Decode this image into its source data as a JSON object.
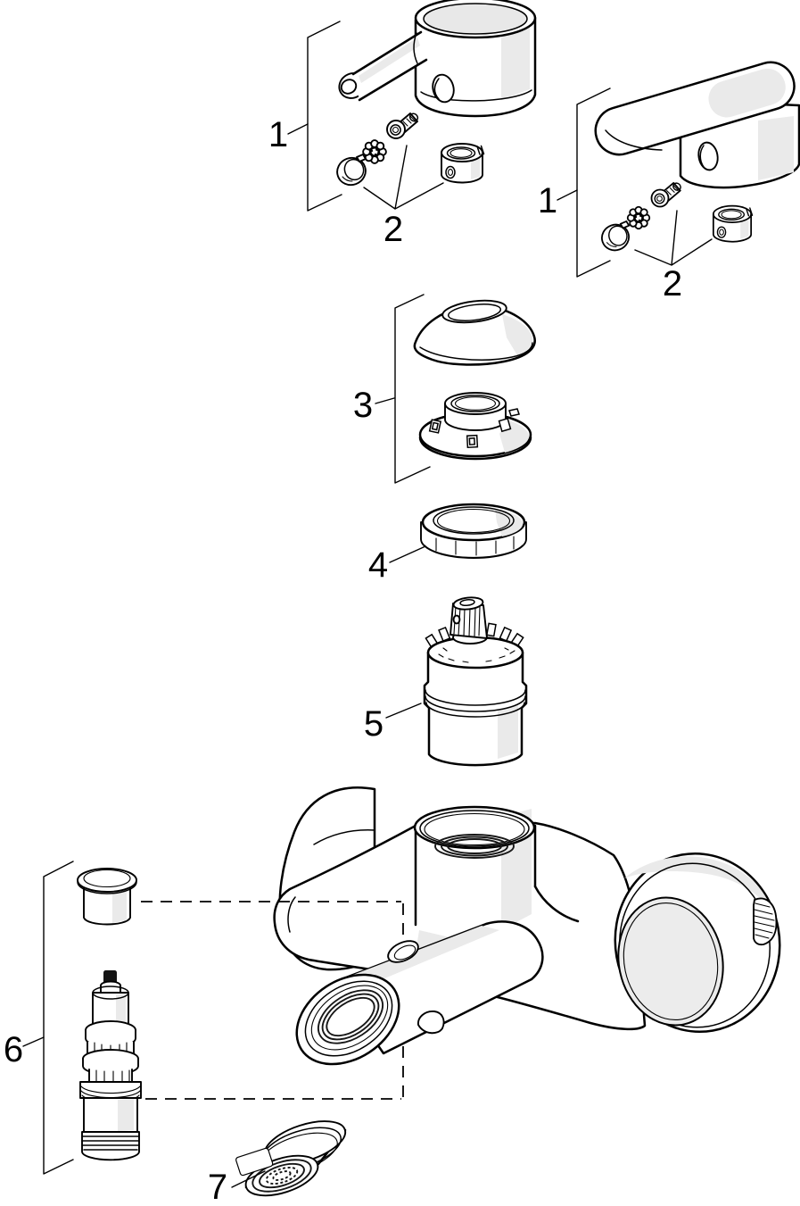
{
  "diagram": {
    "background": "#ffffff",
    "line_color": "#000000",
    "shade_color": "#eaeaea",
    "callouts": [
      {
        "label": "1",
        "part": "loop-lever-handle"
      },
      {
        "label": "2",
        "part": "handle-fixing-set-left"
      },
      {
        "label": "1",
        "part": "paddle-lever-handle"
      },
      {
        "label": "2",
        "part": "handle-fixing-set-right"
      },
      {
        "label": "3",
        "part": "cover-dome-and-mounting-collar"
      },
      {
        "label": "4",
        "part": "locking-ring"
      },
      {
        "label": "5",
        "part": "mixer-cartridge"
      },
      {
        "label": "6",
        "part": "plug-and-check-valve"
      },
      {
        "label": "7",
        "part": "aerator"
      }
    ]
  }
}
